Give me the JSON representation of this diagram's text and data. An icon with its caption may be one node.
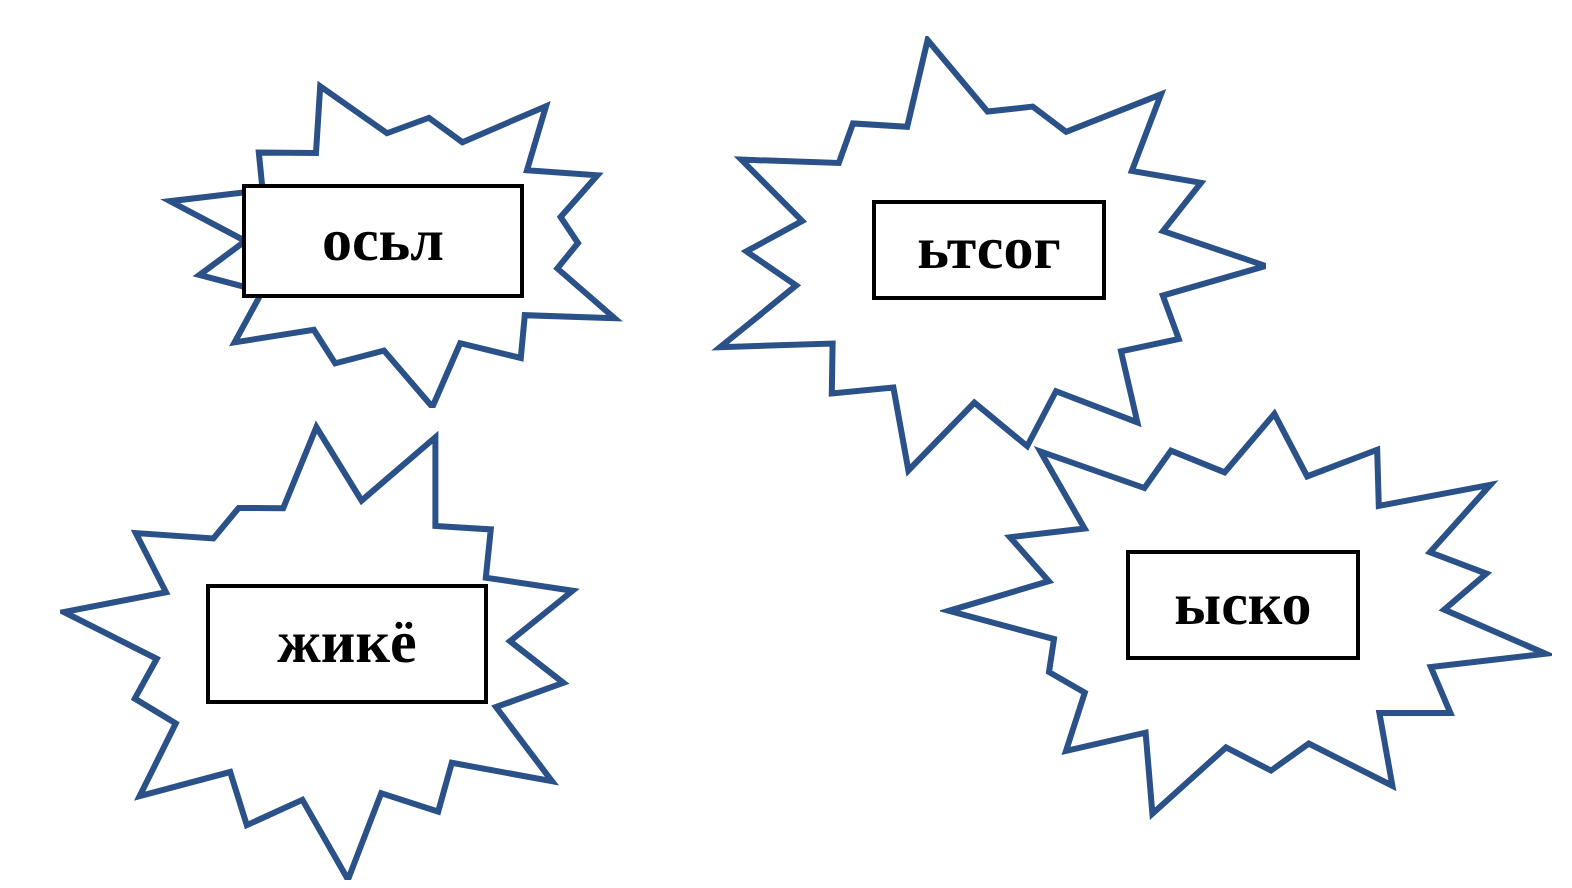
{
  "diagram": {
    "nodes": [
      {
        "text": [],
        "shape": "starburst"
      },
      {
        "text": [
          "осьл"
        ],
        "in": 0
      },
      {
        "text": [],
        "shape": "starburst"
      },
      {
        "text": [
          "ьтсог"
        ],
        "in": 2
      },
      {
        "text": [],
        "shape": "starburst"
      },
      {
        "text": [
          "жикё"
        ],
        "in": 4
      },
      {
        "text": [],
        "shape": "starburst"
      },
      {
        "text": [
          "ыско"
        ],
        "in": 6
      }
    ]
  }
}
